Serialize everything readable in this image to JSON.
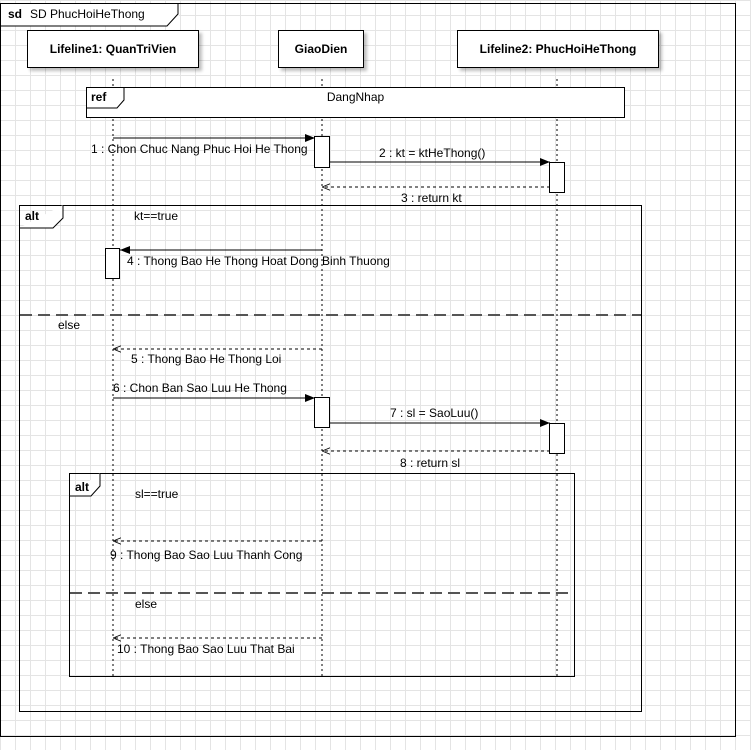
{
  "diagram": {
    "frame_keyword": "sd",
    "frame_name": "SD PhucHoiHeThong",
    "lifelines": [
      {
        "name": "Lifeline1: QuanTriVien"
      },
      {
        "name": "GiaoDien"
      },
      {
        "name": "Lifeline2: PhucHoiHeThong"
      }
    ],
    "ref": {
      "keyword": "ref",
      "name": "DangNhap"
    },
    "messages": [
      {
        "label": "1 : Chon Chuc Nang Phuc Hoi He Thong",
        "type": "sync"
      },
      {
        "label": "2 : kt = ktHeThong()",
        "type": "sync"
      },
      {
        "label": "3 : return kt",
        "type": "return"
      },
      {
        "label": "4 : Thong Bao He Thong Hoat Dong Binh Thuong",
        "type": "sync"
      },
      {
        "label": "5 : Thong Bao He Thong Loi",
        "type": "return"
      },
      {
        "label": "6 : Chon Ban Sao Luu He Thong",
        "type": "sync"
      },
      {
        "label": "7 : sl = SaoLuu()",
        "type": "sync"
      },
      {
        "label": "8 : return sl",
        "type": "return"
      },
      {
        "label": "9 : Thong Bao Sao Luu Thanh Cong",
        "type": "return"
      },
      {
        "label": "10 : Thong Bao Sao Luu That Bai",
        "type": "return"
      }
    ],
    "alt_outer": {
      "keyword": "alt",
      "guard1": "kt==true",
      "guard2": "else"
    },
    "alt_inner": {
      "keyword": "alt",
      "guard1": "sl==true",
      "guard2": "else"
    }
  }
}
